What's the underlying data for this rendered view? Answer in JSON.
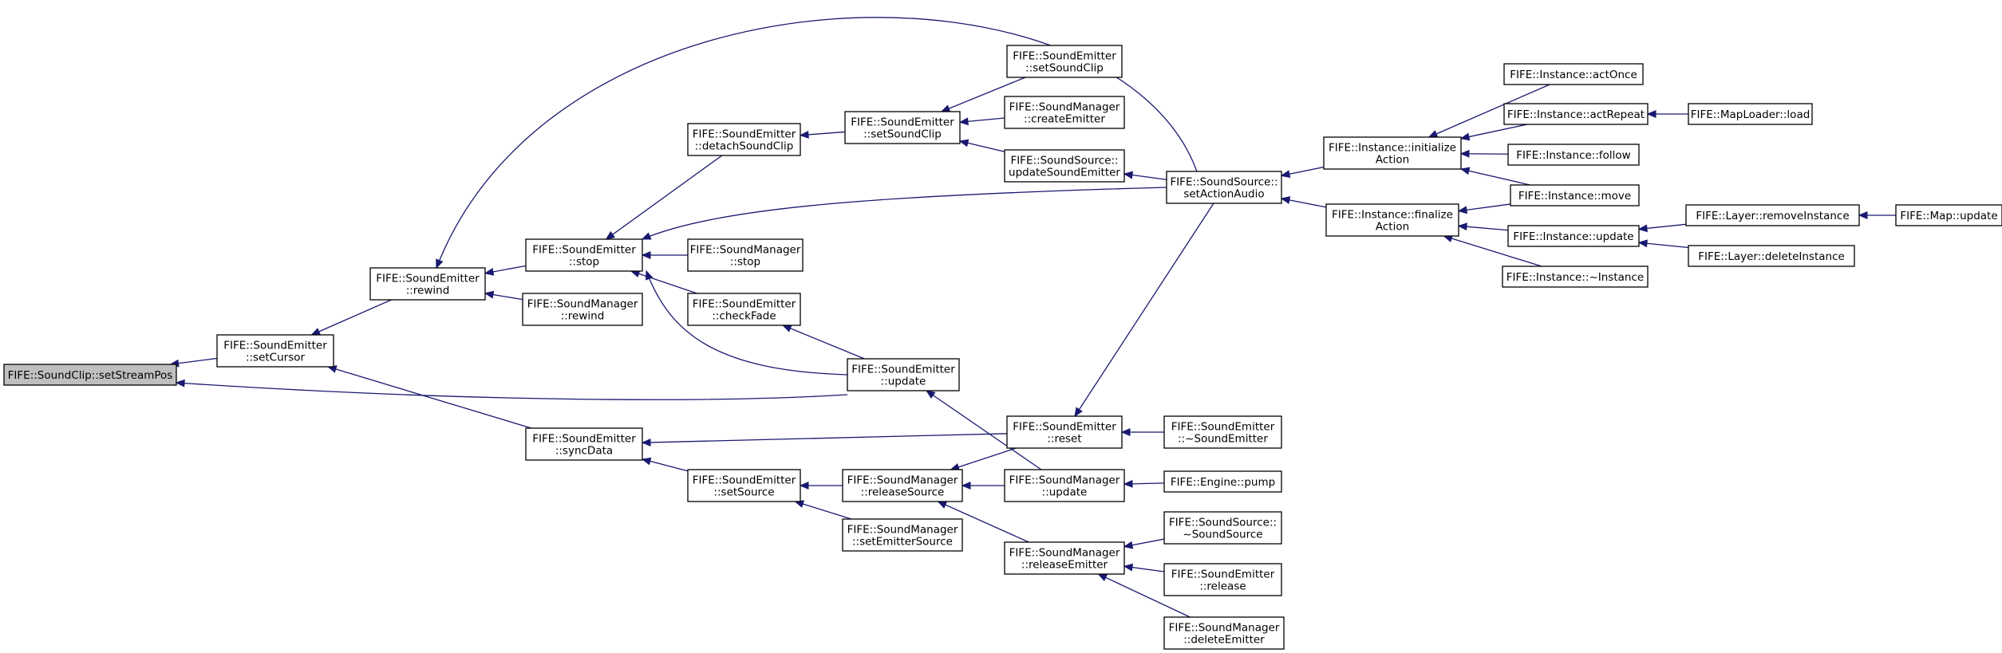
{
  "diagram": {
    "nodes": [
      {
        "id": "root",
        "label": [
          "FIFE::SoundClip::setStreamPos"
        ],
        "root": true
      },
      {
        "id": "setCursor",
        "label": [
          "FIFE::SoundEmitter",
          "::setCursor"
        ]
      },
      {
        "id": "rewind",
        "label": [
          "FIFE::SoundEmitter",
          "::rewind"
        ]
      },
      {
        "id": "syncData",
        "label": [
          "FIFE::SoundEmitter",
          "::syncData"
        ]
      },
      {
        "id": "stop",
        "label": [
          "FIFE::SoundEmitter",
          "::stop"
        ]
      },
      {
        "id": "smRewind",
        "label": [
          "FIFE::SoundManager",
          "::rewind"
        ]
      },
      {
        "id": "detachSoundClip",
        "label": [
          "FIFE::SoundEmitter",
          "::detachSoundClip"
        ]
      },
      {
        "id": "smStop",
        "label": [
          "FIFE::SoundManager",
          "::stop"
        ]
      },
      {
        "id": "checkFade",
        "label": [
          "FIFE::SoundEmitter",
          "::checkFade"
        ]
      },
      {
        "id": "seSetSource",
        "label": [
          "FIFE::SoundEmitter",
          "::setSource"
        ]
      },
      {
        "id": "seSetSoundClip",
        "label": [
          "FIFE::SoundEmitter",
          "::setSoundClip"
        ]
      },
      {
        "id": "seUpdate",
        "label": [
          "FIFE::SoundEmitter",
          "::update"
        ]
      },
      {
        "id": "releaseSource",
        "label": [
          "FIFE::SoundManager",
          "::releaseSource"
        ]
      },
      {
        "id": "setEmitterSource",
        "label": [
          "FIFE::SoundManager",
          "::setEmitterSource"
        ]
      },
      {
        "id": "seSetSoundClip2",
        "label": [
          "FIFE::SoundEmitter",
          "::setSoundClip"
        ]
      },
      {
        "id": "createEmitter",
        "label": [
          "FIFE::SoundManager",
          "::createEmitter"
        ]
      },
      {
        "id": "updateSoundEmitter",
        "label": [
          "FIFE::SoundSource::",
          "updateSoundEmitter"
        ]
      },
      {
        "id": "seReset",
        "label": [
          "FIFE::SoundEmitter",
          "::reset"
        ]
      },
      {
        "id": "smUpdate",
        "label": [
          "FIFE::SoundManager",
          "::update"
        ]
      },
      {
        "id": "releaseEmitter",
        "label": [
          "FIFE::SoundManager",
          "::releaseEmitter"
        ]
      },
      {
        "id": "setActionAudio",
        "label": [
          "FIFE::SoundSource::",
          "setActionAudio"
        ]
      },
      {
        "id": "seDestructor",
        "label": [
          "FIFE::SoundEmitter",
          "::~SoundEmitter"
        ]
      },
      {
        "id": "enginePump",
        "label": [
          "FIFE::Engine::pump"
        ]
      },
      {
        "id": "ssDestructor",
        "label": [
          "FIFE::SoundSource::",
          "~SoundSource"
        ]
      },
      {
        "id": "seRelease",
        "label": [
          "FIFE::SoundEmitter",
          "::release"
        ]
      },
      {
        "id": "deleteEmitter",
        "label": [
          "FIFE::SoundManager",
          "::deleteEmitter"
        ]
      },
      {
        "id": "initializeAction",
        "label": [
          "FIFE::Instance::initialize",
          "Action"
        ]
      },
      {
        "id": "finalizeAction",
        "label": [
          "FIFE::Instance::finalize",
          "Action"
        ]
      },
      {
        "id": "actOnce",
        "label": [
          "FIFE::Instance::actOnce"
        ]
      },
      {
        "id": "actRepeat",
        "label": [
          "FIFE::Instance::actRepeat"
        ]
      },
      {
        "id": "follow",
        "label": [
          "FIFE::Instance::follow"
        ]
      },
      {
        "id": "move",
        "label": [
          "FIFE::Instance::move"
        ]
      },
      {
        "id": "instUpdate",
        "label": [
          "FIFE::Instance::update"
        ]
      },
      {
        "id": "instDestructor",
        "label": [
          "FIFE::Instance::~Instance"
        ]
      },
      {
        "id": "mapLoaderLoad",
        "label": [
          "FIFE::MapLoader::load"
        ]
      },
      {
        "id": "removeInstance",
        "label": [
          "FIFE::Layer::removeInstance"
        ]
      },
      {
        "id": "deleteInstance",
        "label": [
          "FIFE::Layer::deleteInstance"
        ]
      },
      {
        "id": "mapUpdate",
        "label": [
          "FIFE::Map::update"
        ]
      }
    ],
    "edges": [
      [
        "setCursor",
        "root"
      ],
      [
        "seUpdate",
        "root"
      ],
      [
        "rewind",
        "setCursor"
      ],
      [
        "syncData",
        "setCursor"
      ],
      [
        "stop",
        "rewind"
      ],
      [
        "smRewind",
        "rewind"
      ],
      [
        "setActionAudio",
        "rewind"
      ],
      [
        "seReset",
        "syncData"
      ],
      [
        "seSetSource",
        "syncData"
      ],
      [
        "detachSoundClip",
        "stop"
      ],
      [
        "smStop",
        "stop"
      ],
      [
        "checkFade",
        "stop"
      ],
      [
        "seUpdate",
        "stop"
      ],
      [
        "setActionAudio",
        "stop"
      ],
      [
        "seSetSoundClip",
        "detachSoundClip"
      ],
      [
        "seSetSoundClip2",
        "seSetSoundClip"
      ],
      [
        "createEmitter",
        "seSetSoundClip"
      ],
      [
        "updateSoundEmitter",
        "seSetSoundClip"
      ],
      [
        "seUpdate",
        "checkFade"
      ],
      [
        "smUpdate",
        "seUpdate"
      ],
      [
        "releaseSource",
        "seSetSource"
      ],
      [
        "setEmitterSource",
        "seSetSource"
      ],
      [
        "seReset",
        "releaseSource"
      ],
      [
        "smUpdate",
        "releaseSource"
      ],
      [
        "releaseEmitter",
        "releaseSource"
      ],
      [
        "setActionAudio",
        "updateSoundEmitter"
      ],
      [
        "seDestructor",
        "seReset"
      ],
      [
        "setActionAudio",
        "seReset"
      ],
      [
        "enginePump",
        "smUpdate"
      ],
      [
        "ssDestructor",
        "releaseEmitter"
      ],
      [
        "seRelease",
        "releaseEmitter"
      ],
      [
        "deleteEmitter",
        "releaseEmitter"
      ],
      [
        "initializeAction",
        "setActionAudio"
      ],
      [
        "finalizeAction",
        "setActionAudio"
      ],
      [
        "actOnce",
        "initializeAction"
      ],
      [
        "actRepeat",
        "initializeAction"
      ],
      [
        "follow",
        "initializeAction"
      ],
      [
        "move",
        "initializeAction"
      ],
      [
        "move",
        "finalizeAction"
      ],
      [
        "instUpdate",
        "finalizeAction"
      ],
      [
        "instDestructor",
        "finalizeAction"
      ],
      [
        "mapLoaderLoad",
        "actRepeat"
      ],
      [
        "removeInstance",
        "instUpdate"
      ],
      [
        "deleteInstance",
        "instUpdate"
      ],
      [
        "mapUpdate",
        "removeInstance"
      ]
    ]
  }
}
